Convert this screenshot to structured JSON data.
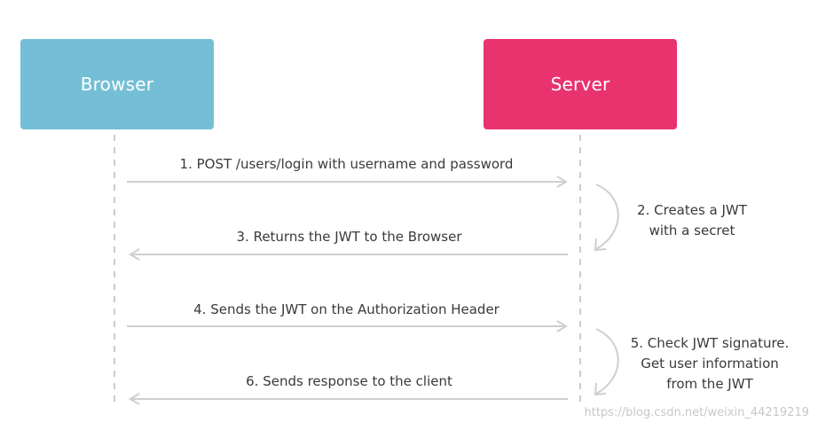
{
  "actors": {
    "browser": {
      "label": "Browser",
      "color": "#75bfd6"
    },
    "server": {
      "label": "Server",
      "color": "#e8336f"
    }
  },
  "messages": [
    {
      "label": "1. POST /users/login with username and password",
      "direction": "to-server"
    },
    {
      "label": "3. Returns the JWT to the Browser",
      "direction": "to-browser"
    },
    {
      "label": "4. Sends the JWT on the Authorization Header",
      "direction": "to-server"
    },
    {
      "label": "6. Sends response to the client",
      "direction": "to-browser"
    }
  ],
  "notes": [
    {
      "lines": [
        "2. Creates a JWT",
        "with a secret"
      ]
    },
    {
      "lines": [
        "5. Check JWT signature.",
        "Get user information",
        "from the JWT"
      ]
    }
  ],
  "watermark": "https://blog.csdn.net/weixin_44219219",
  "colors": {
    "arrow": "#cfcfcf",
    "lifeline": "#cccccc",
    "text": "#3a3a3a"
  }
}
